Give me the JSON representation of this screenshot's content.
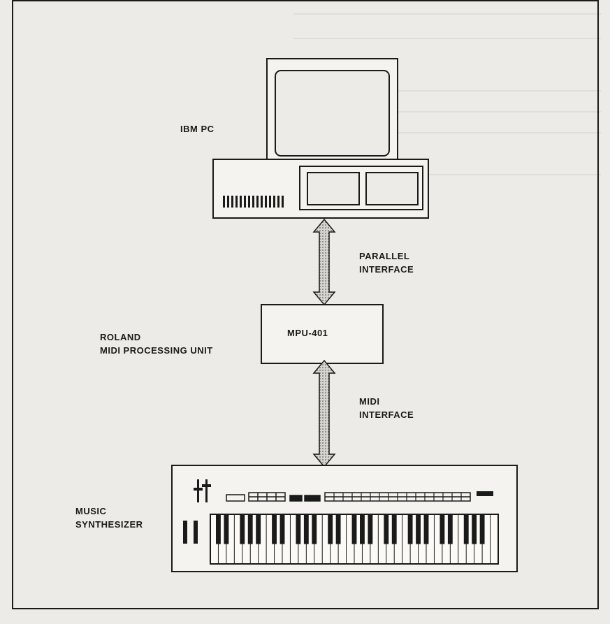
{
  "labels": {
    "pc": "IBM PC",
    "parallel": [
      "PARALLEL",
      "INTERFACE"
    ],
    "roland": [
      "ROLAND",
      "MIDI PROCESSING UNIT"
    ],
    "mpu": "MPU-401",
    "midi": [
      "MIDI",
      "INTERFACE"
    ],
    "synth": [
      "MUSIC",
      "SYNTHESIZER"
    ]
  },
  "colors": {
    "ink": "#1a1a1a",
    "paper": "#ecebe7",
    "arrow_fill": "#b9b9b9"
  }
}
